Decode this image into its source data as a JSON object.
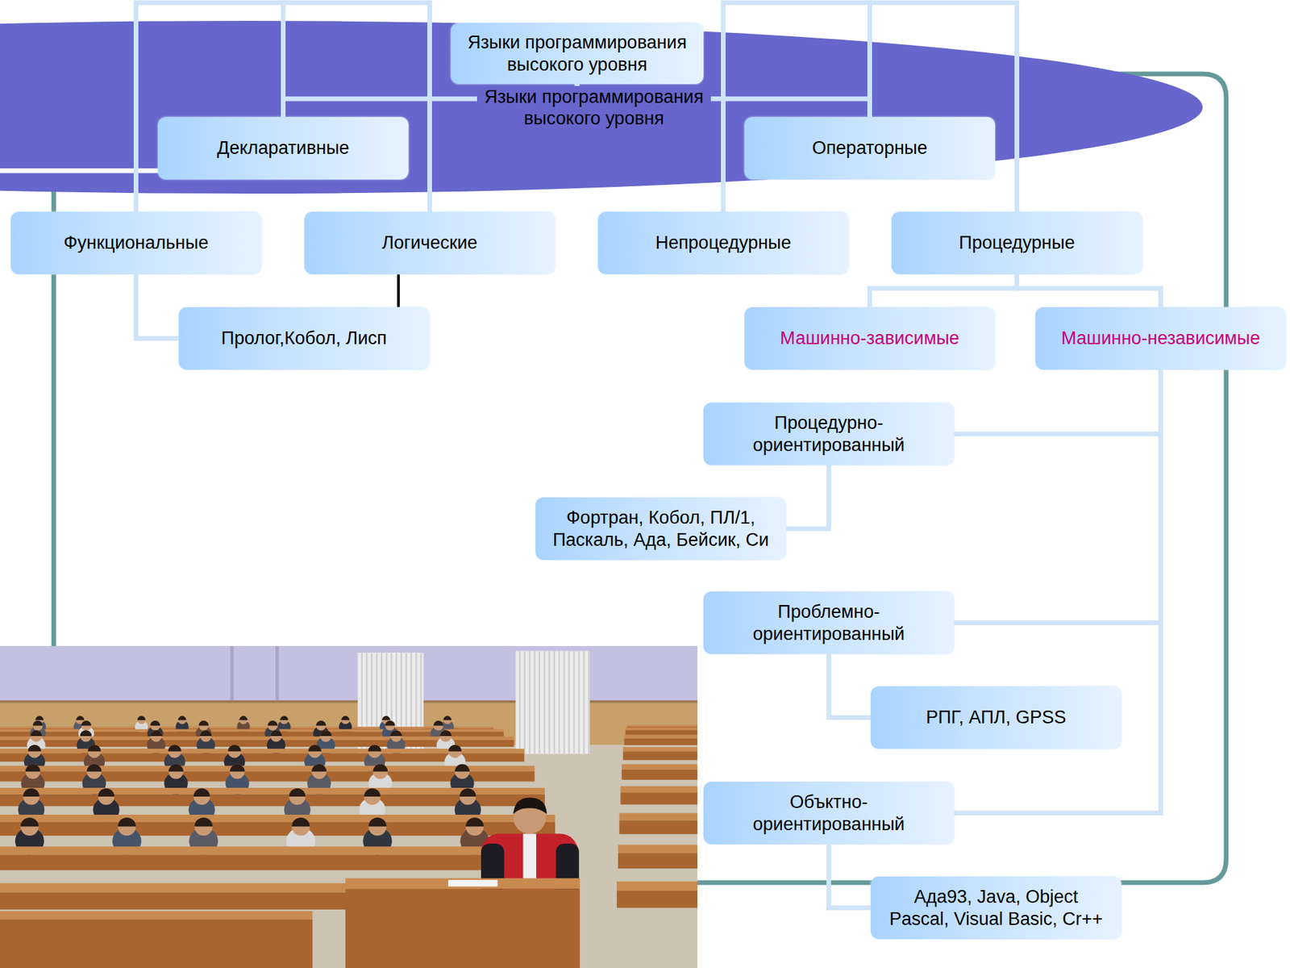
{
  "diagram": {
    "nodes": [
      {
        "text": [
          "Языки программирования высокого уровня"
        ]
      },
      {
        "text": [
          "Языки программирования высокого уровня"
        ],
        "in": 0
      },
      {
        "text": [
          "Декларативные"
        ],
        "in": 0
      },
      {
        "text": [
          "Операторные"
        ],
        "in": 0
      },
      {
        "text": [
          "Функциональные"
        ]
      },
      {
        "text": [
          "Логические"
        ]
      },
      {
        "text": [
          "Непроцедурные"
        ]
      },
      {
        "text": [
          "Процедурные"
        ]
      },
      {
        "text": [
          "Пролог,Кобол, Лисп"
        ]
      },
      {
        "text": [
          "Машинно-зависимые"
        ]
      },
      {
        "text": [
          "Машинно-независимые"
        ]
      },
      {
        "text": [
          "Процедурно- ориентированный"
        ]
      },
      {
        "text": [
          "Фортран, Кобол, ПЛ/1, Паскаль, Ада, Бейсик, Си"
        ]
      },
      {
        "text": [
          "Проблемно- ориентированный"
        ]
      },
      {
        "text": [
          "РПГ, АПЛ, GPSS"
        ]
      },
      {
        "text": [
          "Объктно- ориентированный"
        ]
      },
      {
        "text": [
          "Ада93, Java, Object Pascal, Visual Basic, Cr++"
        ]
      }
    ],
    "edges": [
      {
        "from": 1,
        "to": 2,
        "arrow": "none"
      },
      {
        "from": 1,
        "to": 3,
        "arrow": "none"
      },
      {
        "from": 2,
        "to": 4,
        "arrow": "none"
      },
      {
        "from": 2,
        "to": 5,
        "arrow": "none"
      },
      {
        "from": 3,
        "to": 6,
        "arrow": "none"
      },
      {
        "from": 3,
        "to": 7,
        "arrow": "none"
      },
      {
        "from": 4,
        "to": 8,
        "arrow": "none"
      },
      {
        "from": 5,
        "to": 8,
        "arrow": "none"
      },
      {
        "from": 7,
        "to": 9,
        "arrow": "none"
      },
      {
        "from": 7,
        "to": 10,
        "arrow": "none"
      },
      {
        "from": 10,
        "to": 11,
        "arrow": "none"
      },
      {
        "from": 10,
        "to": 13,
        "arrow": "none"
      },
      {
        "from": 10,
        "to": 15,
        "arrow": "none"
      },
      {
        "from": 11,
        "to": 12,
        "arrow": "none"
      },
      {
        "from": 13,
        "to": 14,
        "arrow": "none"
      },
      {
        "from": 15,
        "to": 16,
        "arrow": "none"
      }
    ]
  }
}
